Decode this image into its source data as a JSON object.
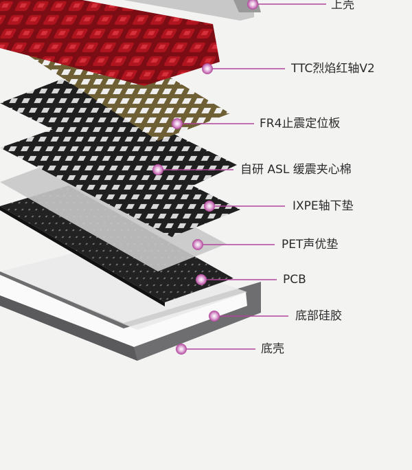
{
  "callouts": {
    "top_case": "上壳",
    "switches": "TTC烈焰红轴V2",
    "plate": "FR4止震定位板",
    "asl_foam": "自研 ASL 缓震夹心棉",
    "ixpe_pad": "IXPE轴下垫",
    "pet_pad": "PET声优垫",
    "pcb": "PCB",
    "bottom_silicone": "底部硅胶",
    "bottom_case": "底壳"
  },
  "colors": {
    "background": "#f3f3f2",
    "marker": "#b0449a",
    "leader_line": "#b0449a",
    "switch_red": "#a3121c",
    "plate_gold": "#7a6a3a",
    "foam_dark": "#2b2b2b",
    "case_gray": "#6e6e70"
  }
}
